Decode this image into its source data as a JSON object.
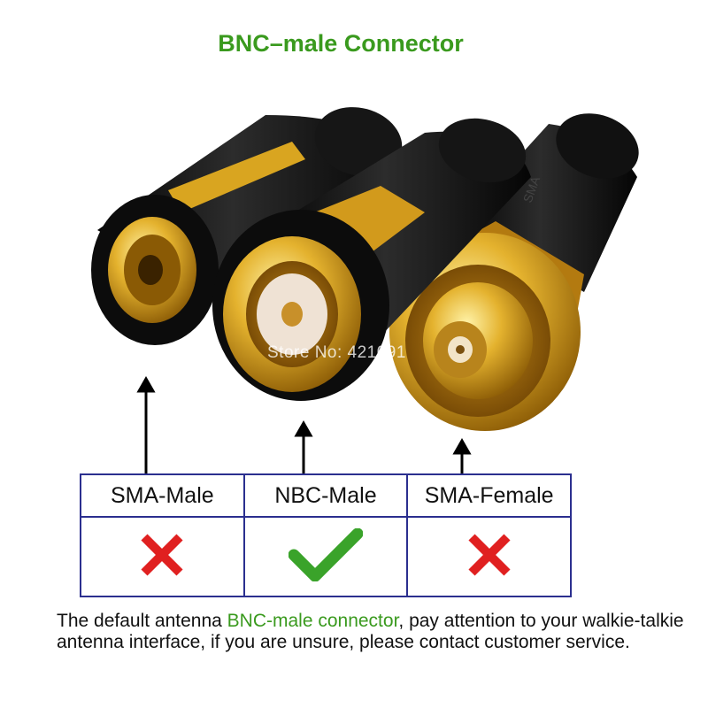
{
  "title": "BNC–male Connector",
  "watermark": "Store No: 421091",
  "table": {
    "headers": [
      "SMA-Male",
      "NBC-Male",
      "SMA-Female"
    ],
    "marks": [
      "cross",
      "check",
      "cross"
    ]
  },
  "note": {
    "prefix": "The default antenna ",
    "highlight": "BNC-male connector",
    "suffix": ", pay attention to your walkie-talkie antenna interface, if you are unsure, please contact customer service."
  },
  "colors": {
    "title_green": "#3a9a1e",
    "check_green": "#3aa32a",
    "cross_red": "#e02020",
    "table_border": "#2b2f8f",
    "gold": "#d9a520"
  }
}
